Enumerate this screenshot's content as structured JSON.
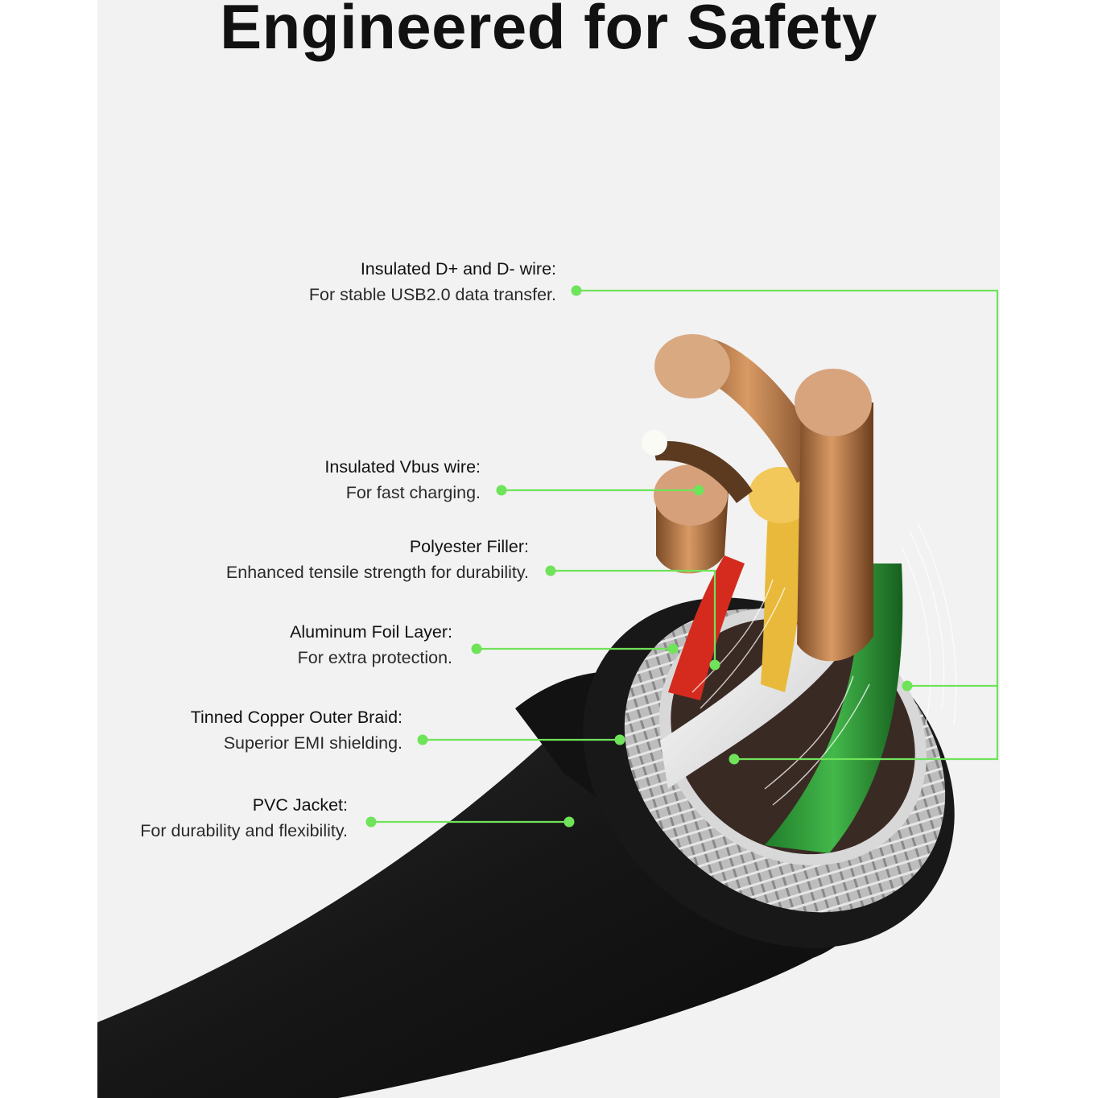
{
  "title": "Engineered for Safety",
  "callouts": [
    {
      "id": "data-wire",
      "heading": "Insulated D+ and D- wire:",
      "description": "For stable USB2.0 data transfer."
    },
    {
      "id": "vbus-wire",
      "heading": "Insulated Vbus wire:",
      "description": "For fast charging."
    },
    {
      "id": "filler",
      "heading": "Polyester Filler:",
      "description": "Enhanced tensile strength for durability."
    },
    {
      "id": "foil",
      "heading": "Aluminum Foil Layer:",
      "description": "For extra protection."
    },
    {
      "id": "braid",
      "heading": "Tinned Copper Outer Braid:",
      "description": "Superior EMI shielding."
    },
    {
      "id": "jacket",
      "heading": "PVC Jacket:",
      "description": "For durability and flexibility."
    }
  ],
  "colors": {
    "accent_green": "#6fe35a",
    "background": "#f2f2f2",
    "jacket": "#1b1b1b",
    "copper": "#c98a5a"
  }
}
